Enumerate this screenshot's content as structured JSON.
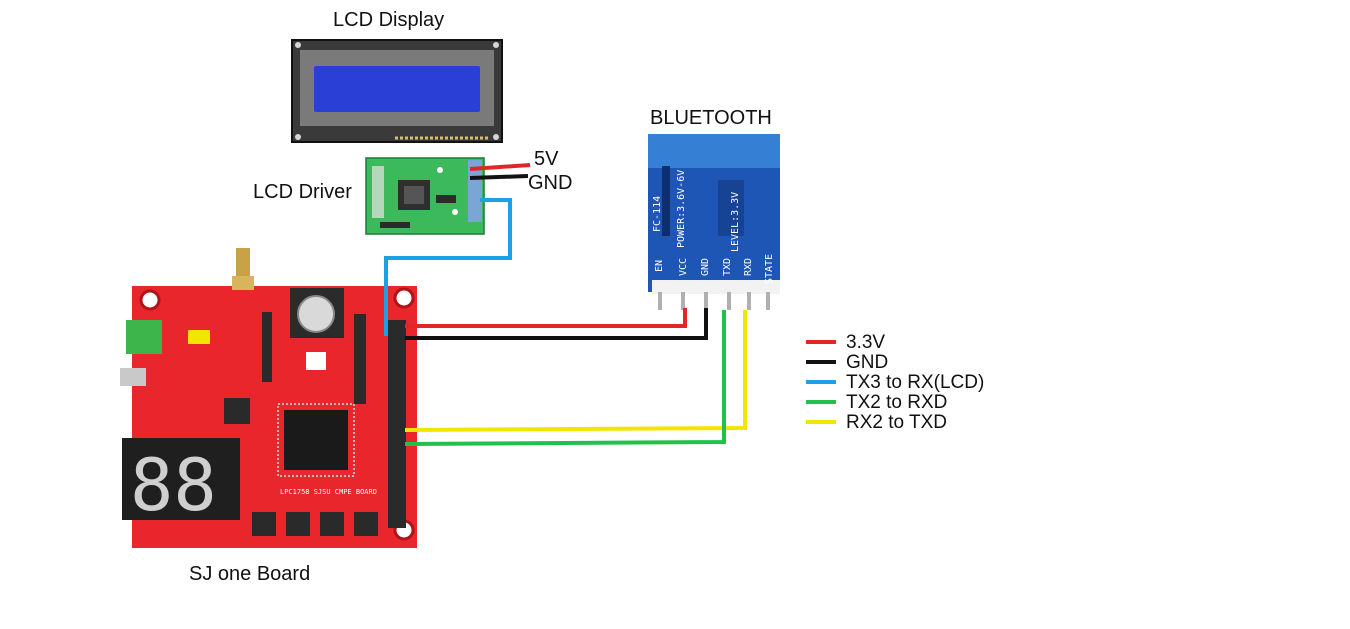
{
  "labels": {
    "lcd_display": "LCD Display",
    "lcd_driver": "LCD Driver",
    "bluetooth": "BLUETOOTH",
    "sj_one_board": "SJ one Board",
    "v5": "5V",
    "gnd": "GND"
  },
  "bluetooth_module": {
    "pins": [
      "STATE",
      "RXD",
      "TXD",
      "GND",
      "VCC",
      "EN"
    ],
    "print_level": "LEVEL:3.3V",
    "print_power": "POWER:3.6V-6V",
    "print_model": "FC-114"
  },
  "board": {
    "chip_print": "LPC1758 SJSU CMPE BOARD",
    "seven_seg": "88"
  },
  "legend": [
    {
      "text": "3.3V",
      "color": "#e02626"
    },
    {
      "text": "GND",
      "color": "#111111"
    },
    {
      "text": "TX3 to RX(LCD)",
      "color": "#1ea0e6"
    },
    {
      "text": "TX2 to RXD",
      "color": "#22c24a"
    },
    {
      "text": "RX2 to TXD",
      "color": "#f2e600"
    }
  ],
  "colors": {
    "red_wire": "#e02626",
    "black_wire": "#111111",
    "blue_wire": "#1ea0e6",
    "green_wire": "#22c24a",
    "yellow_wire": "#f2e600",
    "board": "#e8262b",
    "bt_module": "#1d56b4",
    "lcd_screen": "#2a3fd6",
    "driver_pcb": "#3cb95a"
  }
}
